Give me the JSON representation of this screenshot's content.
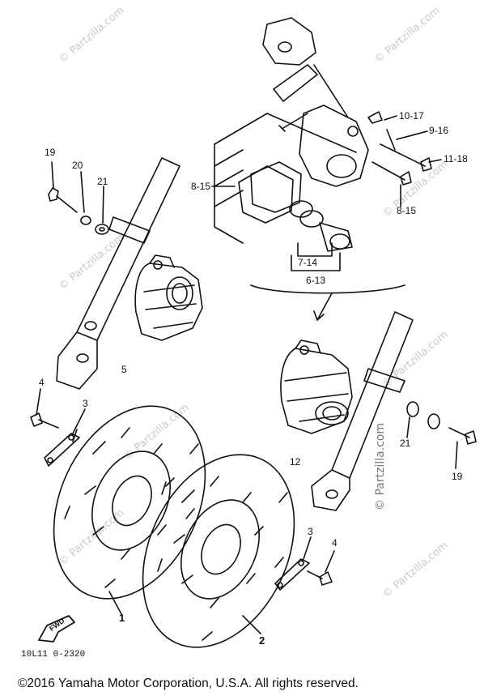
{
  "watermark": "© Partzilla.com",
  "part_labels": {
    "p1": "1",
    "p2": "2",
    "p3a": "3",
    "p3b": "3",
    "p4a": "4",
    "p4b": "4",
    "p5": "5",
    "p12": "12",
    "p19a": "19",
    "p19b": "19",
    "p20": "20",
    "p21a": "21",
    "p21b": "21",
    "p6_13": "6-13",
    "p7_14": "7-14",
    "p8_15a": "8-15",
    "p8_15b": "8-15",
    "p9_16": "9-16",
    "p10_17": "10-17",
    "p11_18": "11-18"
  },
  "forward_marker": "FWD",
  "diagram_code": "10L11 0-2320",
  "copyright": "©2016  Yamaha Motor Corporation, U.S.A. All rights reserved."
}
